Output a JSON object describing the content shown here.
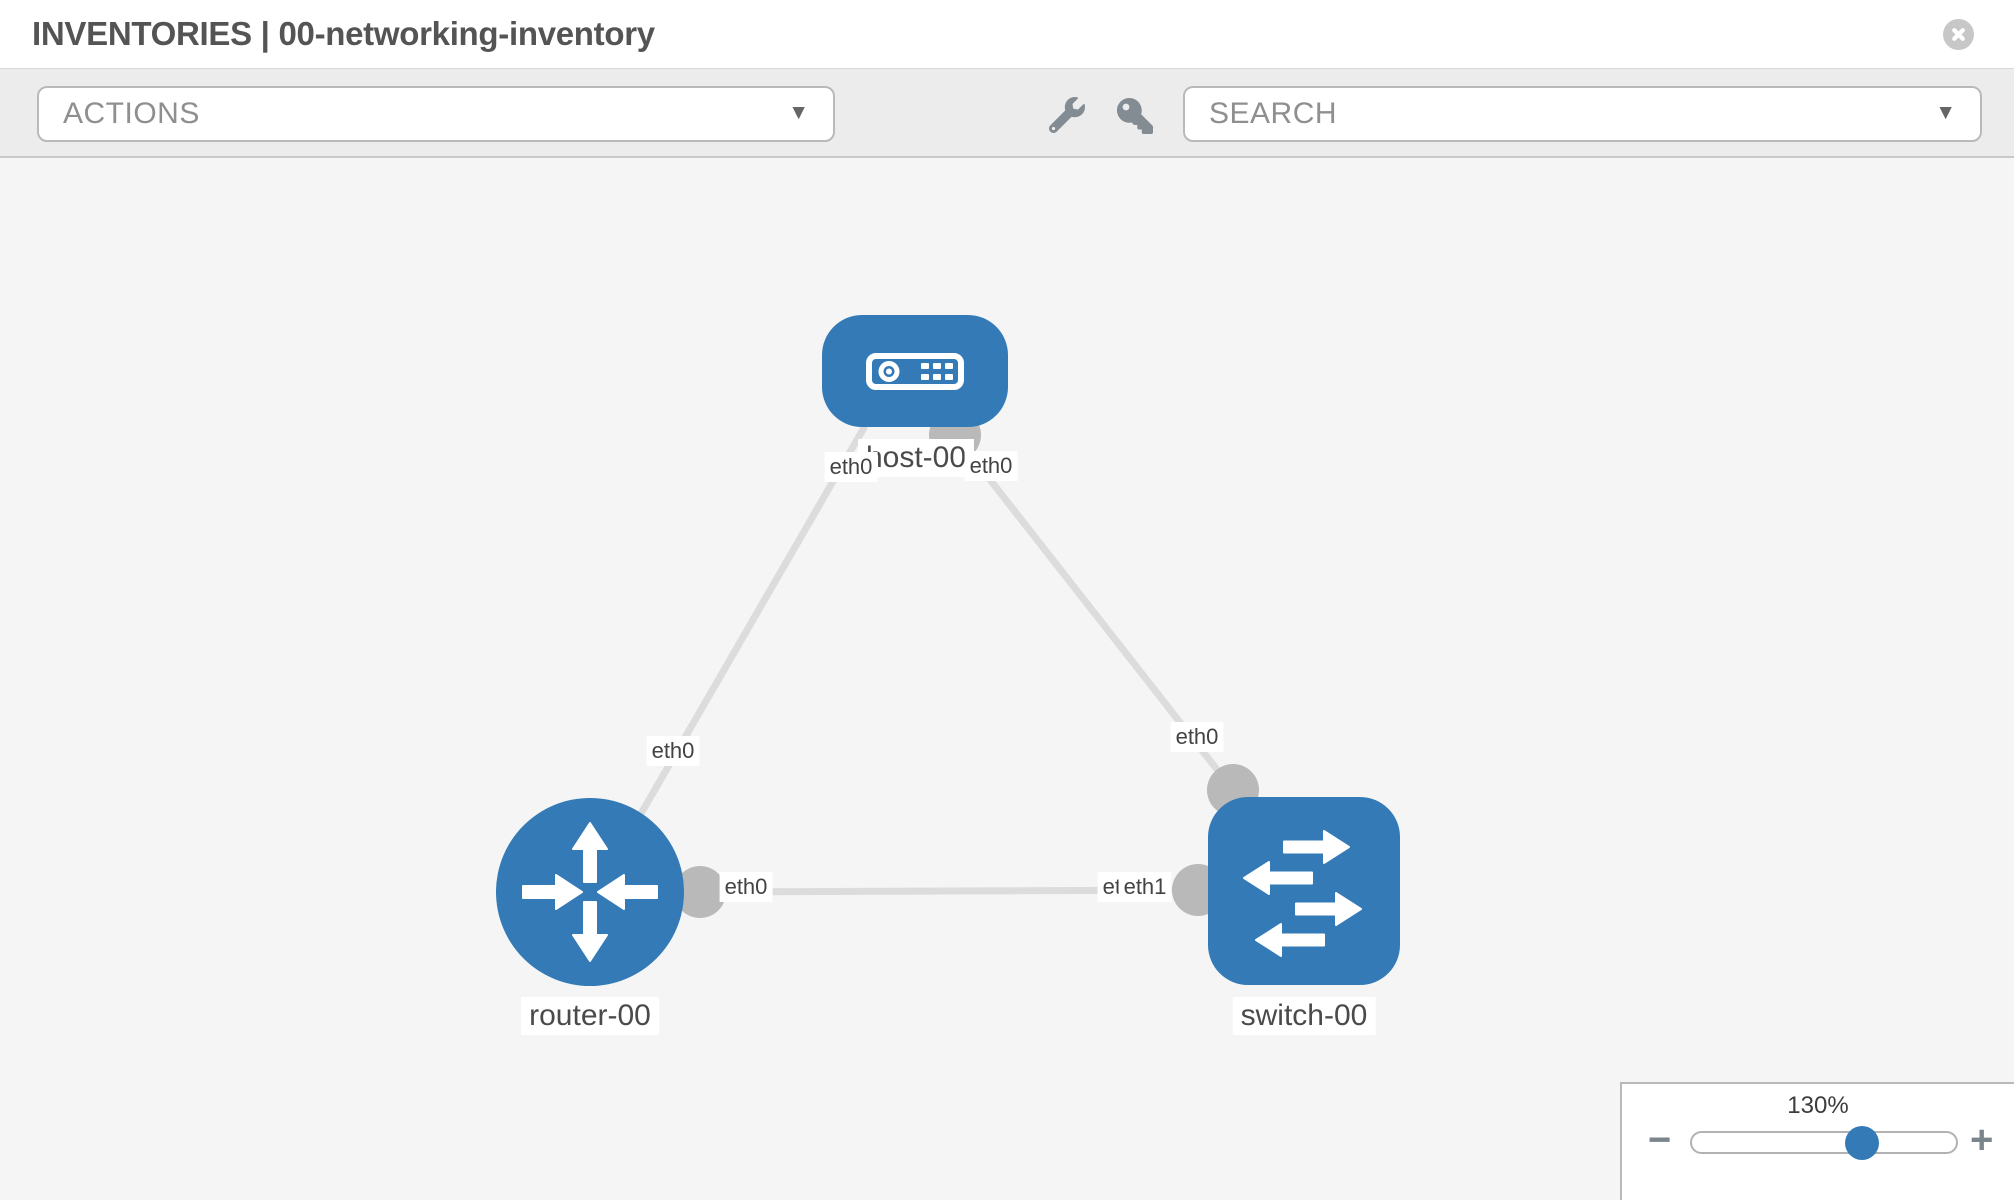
{
  "header": {
    "title": "INVENTORIES | 00-networking-inventory"
  },
  "toolbar": {
    "actions_label": "ACTIONS",
    "search_label": "SEARCH"
  },
  "canvas": {
    "nodes": {
      "host": {
        "label": "host-00",
        "type": "host"
      },
      "router": {
        "label": "router-00",
        "type": "router"
      },
      "switch": {
        "label": "switch-00",
        "type": "switch"
      }
    },
    "links": [
      {
        "from": "host-00",
        "to": "router-00",
        "from_interface": "eth0",
        "to_interface": "eth0"
      },
      {
        "from": "host-00",
        "to": "switch-00",
        "from_interface": "eth0",
        "to_interface": "eth0"
      },
      {
        "from": "router-00",
        "to": "switch-00",
        "from_interface": "eth0",
        "to_interface": "eth1",
        "to_interface_underlay": "eth0"
      }
    ]
  },
  "zoom_control": {
    "level": "130%",
    "decrease": "−",
    "increase": "+"
  },
  "icons": {
    "caret": "▼",
    "close": "x-in-circle",
    "wrench": "wrench",
    "key": "key",
    "host": "server-box",
    "router": "four-direction-arrows",
    "switch": "crossing-arrows"
  },
  "colors": {
    "node_blue": "#337ab7",
    "link_gray": "#dcdcdc",
    "connector_gray": "#b9b9b9",
    "toolbar_bg": "#ececec",
    "canvas_bg": "#f4f5f4",
    "slider_thumb": "#337ab7"
  }
}
